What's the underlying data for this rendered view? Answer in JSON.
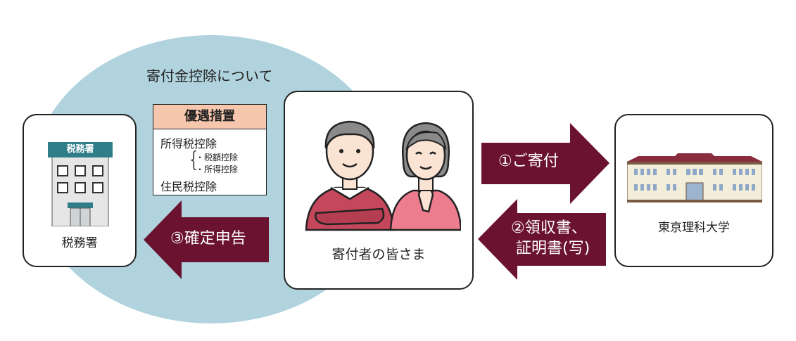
{
  "colors": {
    "ellipse": "#b0d3de",
    "arrow": "#6b1230",
    "header_fill": "#f6c7ad",
    "sweater_man": "#c5475c",
    "sweater_woman": "#ee7c8f"
  },
  "scheme_title": "寄付金控除について",
  "benefit_box": {
    "header": "優遇措置",
    "income_tax": "所得税控除",
    "sub_items": [
      "・税額控除",
      "・所得控除"
    ],
    "resident_tax": "住民税控除"
  },
  "tax_office": {
    "sign": "税務署",
    "caption": "税務署"
  },
  "donor": {
    "caption": "寄付者の皆さま"
  },
  "university": {
    "caption": "東京理科大学"
  },
  "arrows": {
    "donation": "①ご寄付",
    "receipt_line1": "②領収書、",
    "receipt_line2": "証明書(写)",
    "tax_return": "③確定申告"
  }
}
